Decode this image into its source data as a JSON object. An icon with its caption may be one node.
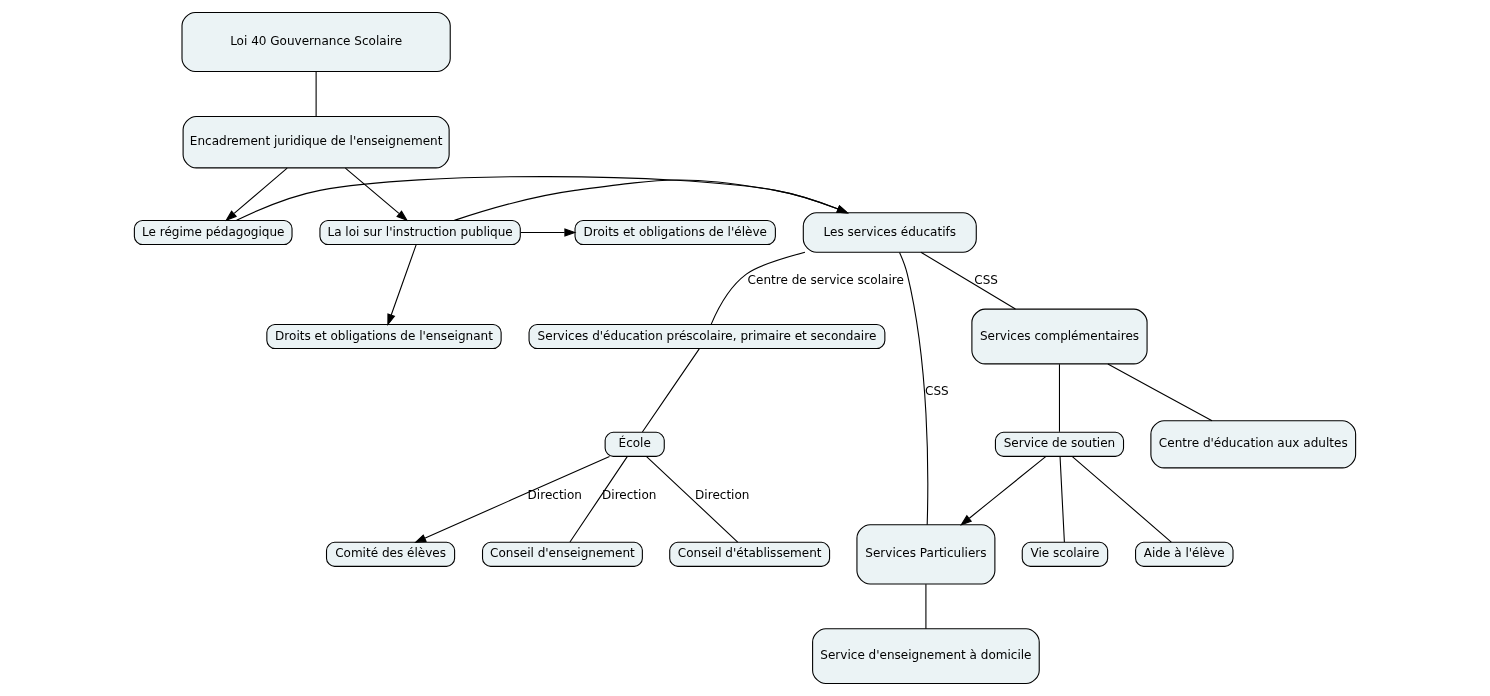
{
  "diagram": {
    "nodes": [
      {
        "text": [
          "Loi 40 Gouvernance Scolaire"
        ]
      },
      {
        "text": [
          "Encadrement juridique de l'enseignement"
        ]
      },
      {
        "text": [
          "Le régime pédagogique"
        ]
      },
      {
        "text": [
          "Les services éducatifs"
        ]
      },
      {
        "text": [
          "La loi sur l'instruction publique"
        ]
      },
      {
        "text": [
          "Droits et obligations de l'élève"
        ]
      },
      {
        "text": [
          "Droits et obligations de l'enseignant"
        ]
      },
      {
        "text": [
          "Services d'éducation préscolaire, primaire et secondaire"
        ]
      },
      {
        "text": [
          "Services Particuliers"
        ]
      },
      {
        "text": [
          "Services complémentaires"
        ]
      },
      {
        "text": [
          "École"
        ]
      },
      {
        "text": [
          "Service de soutien"
        ]
      },
      {
        "text": [
          "Service d'enseignement à domicile"
        ]
      },
      {
        "text": [
          "Centre d'éducation aux adultes"
        ]
      },
      {
        "text": [
          "Comité des élèves"
        ]
      },
      {
        "text": [
          "Vie scolaire"
        ]
      },
      {
        "text": [
          "Aide à l'élève"
        ]
      },
      {
        "text": [
          "Conseil d'enseignement"
        ]
      },
      {
        "text": [
          "Conseil d'établissement"
        ]
      }
    ],
    "edges": [
      {
        "from": 0,
        "to": 1,
        "arrow": "none"
      },
      {
        "from": 1,
        "to": 2,
        "arrow": "to"
      },
      {
        "from": 1,
        "to": 4,
        "arrow": "to"
      },
      {
        "from": 2,
        "to": 3,
        "arrow": "to"
      },
      {
        "from": 4,
        "to": 3,
        "arrow": "to"
      },
      {
        "from": 4,
        "to": 5,
        "arrow": "to"
      },
      {
        "from": 4,
        "to": 6,
        "arrow": "to"
      },
      {
        "from": 3,
        "to": 7,
        "arrow": "none",
        "label": "Centre de service scolaire"
      },
      {
        "from": 3,
        "to": 8,
        "arrow": "none",
        "label": "CSS"
      },
      {
        "from": 3,
        "to": 9,
        "arrow": "none",
        "label": "CSS"
      },
      {
        "from": 7,
        "to": 10,
        "arrow": "none"
      },
      {
        "from": 8,
        "to": 12,
        "arrow": "none"
      },
      {
        "from": 9,
        "to": 11,
        "arrow": "none"
      },
      {
        "from": 9,
        "to": 13,
        "arrow": "none"
      },
      {
        "from": 11,
        "to": 8,
        "arrow": "to"
      },
      {
        "from": 10,
        "to": 14,
        "arrow": "to",
        "label": "Direction"
      },
      {
        "from": 10,
        "to": 17,
        "arrow": "none",
        "label": "Direction"
      },
      {
        "from": 10,
        "to": 18,
        "arrow": "none",
        "label": "Direction"
      },
      {
        "from": 11,
        "to": 15,
        "arrow": "none"
      },
      {
        "from": 11,
        "to": 16,
        "arrow": "none"
      }
    ]
  }
}
